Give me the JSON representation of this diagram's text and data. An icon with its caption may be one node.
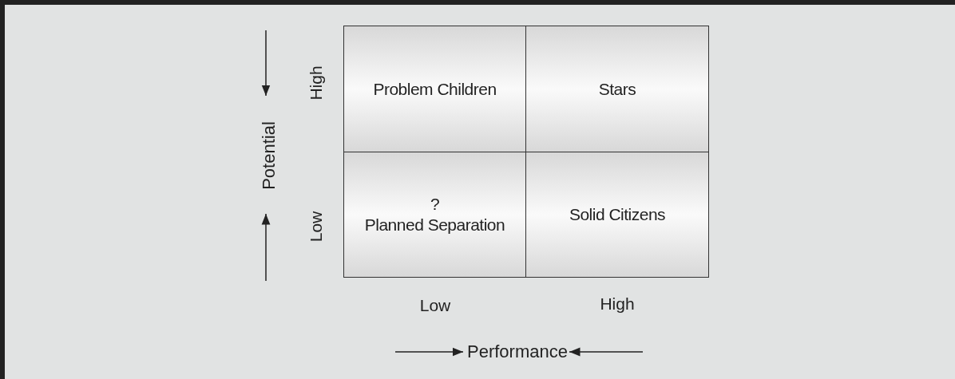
{
  "diagram": {
    "nodes": [
      {
        "text": [
          "Problem Children"
        ]
      },
      {
        "text": [
          "Stars"
        ]
      },
      {
        "text": [
          "?",
          "Planned Separation"
        ]
      },
      {
        "text": [
          "Solid Citizens"
        ]
      }
    ],
    "labels": [
      "Potential",
      "High",
      "Low",
      "Low",
      "High",
      "Performance"
    ]
  }
}
